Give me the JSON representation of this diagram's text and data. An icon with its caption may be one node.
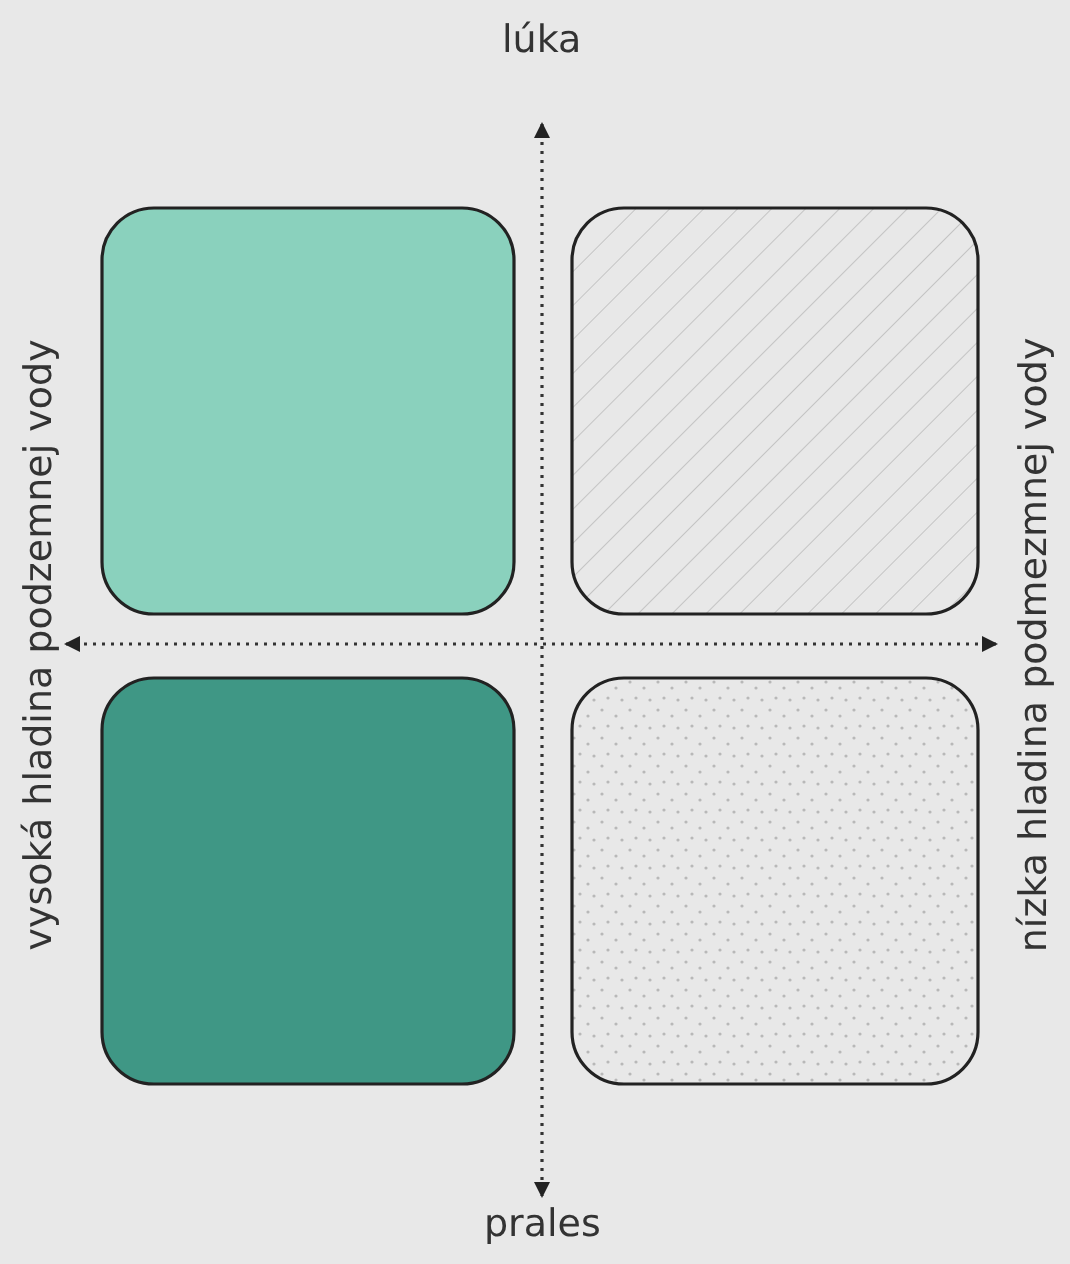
{
  "diagram": {
    "nodes": [
      {
        "text": [],
        "shape": "box"
      },
      {
        "text": [],
        "shape": "box"
      },
      {
        "text": [],
        "shape": "box"
      },
      {
        "text": [],
        "shape": "box"
      }
    ],
    "edges": [],
    "labels": [
      "lúka",
      "vysoká hladina podzemnej vody",
      "nízka hladina podmezmnej vody",
      "prales"
    ]
  }
}
